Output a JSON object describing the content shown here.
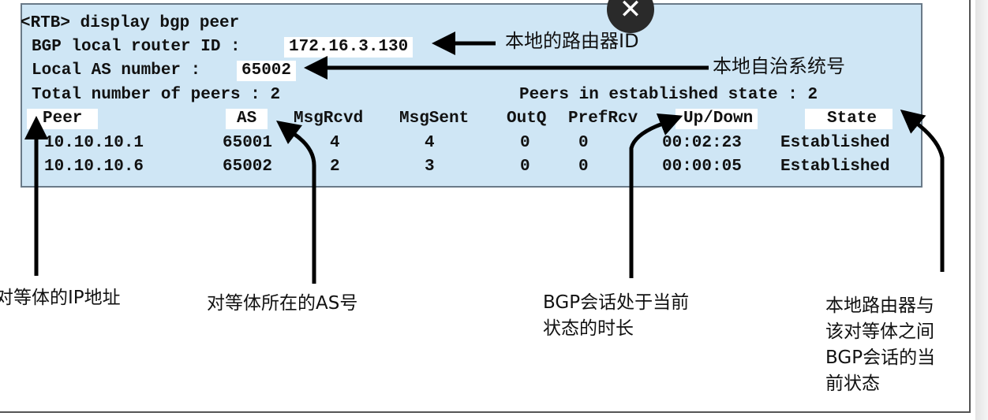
{
  "console": {
    "command": "<RTB> display bgp peer",
    "router_id_label": "BGP local router ID :",
    "router_id_value": "172.16.3.130",
    "local_as_label": "Local AS number :",
    "local_as_value": "65002",
    "total_peers": "Total number of peers : 2",
    "established": "Peers in established state : 2",
    "headers": {
      "peer": "Peer",
      "as": "AS",
      "msgrcvd": "MsgRcvd",
      "msgsent": "MsgSent",
      "outq": "OutQ",
      "prefrcv": "PrefRcv",
      "updown": "Up/Down",
      "state": "State"
    },
    "rows": [
      {
        "peer": "10.10.10.1",
        "as": "65001",
        "msgrcvd": "4",
        "msgsent": "4",
        "outq": "0",
        "prefrcv": "0",
        "updown": "00:02:23",
        "state": "Established"
      },
      {
        "peer": "10.10.10.6",
        "as": "65002",
        "msgrcvd": "2",
        "msgsent": "3",
        "outq": "0",
        "prefrcv": "0",
        "updown": "00:00:05",
        "state": "Established"
      }
    ]
  },
  "annotations": {
    "router_id": "本地的路由器ID",
    "local_as": "本地自治系统号",
    "peer_ip": "对等体的IP地址",
    "peer_as": "对等体所在的AS号",
    "updown": "BGP会话处于当前\n状态的时长",
    "state": "本地路由器与\n该对等体之间\nBGP会话的当\n前状态"
  },
  "colors": {
    "console_bg": "#cfe6f5",
    "highlight": "#ffffff",
    "text": "#111111"
  },
  "icons": {
    "close": "close-icon"
  }
}
